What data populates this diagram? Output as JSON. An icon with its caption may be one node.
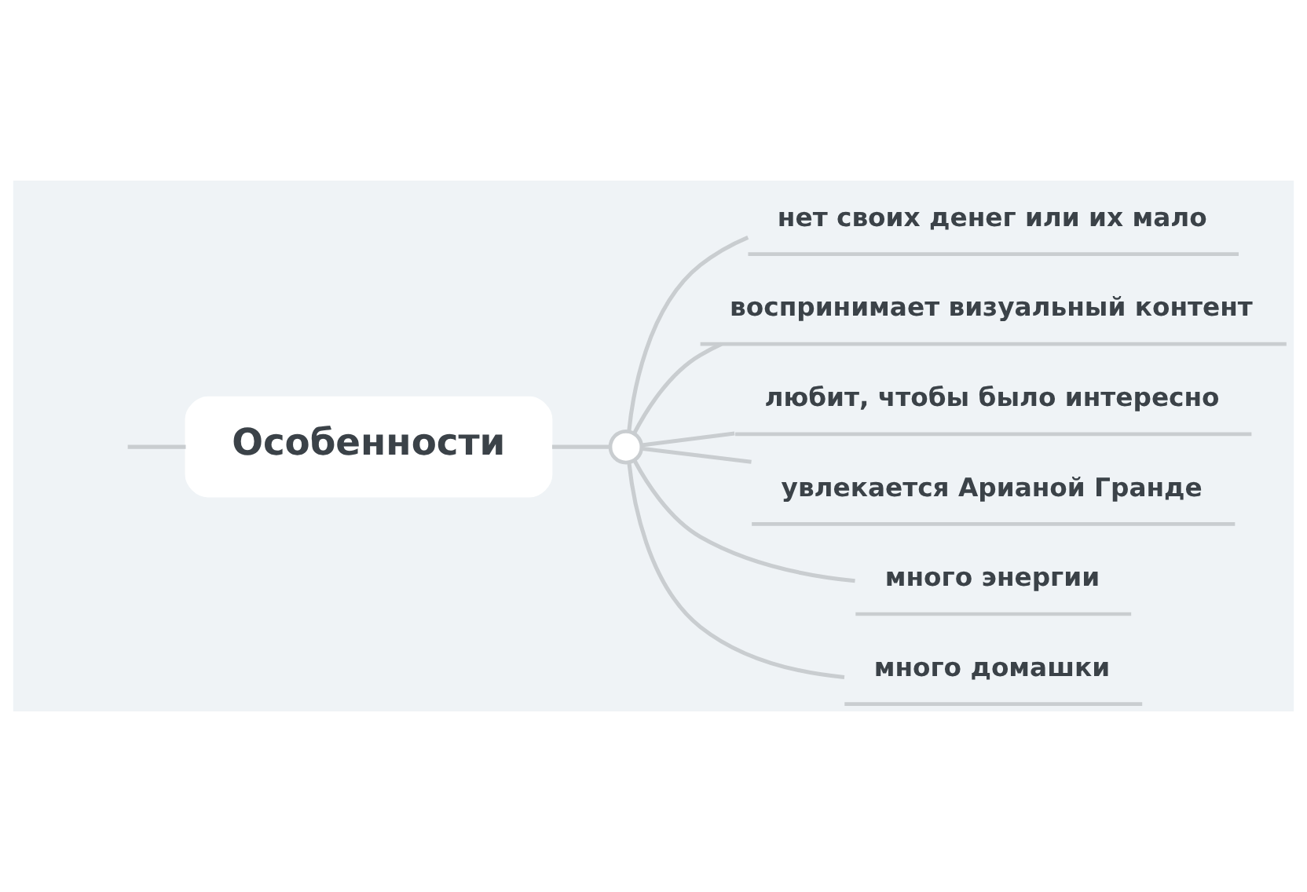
{
  "diagram": {
    "nodes": [
      {
        "text": [
          "Особенности"
        ]
      },
      {
        "text": [],
        "shape": "circle"
      },
      {
        "text": [
          "нет своих денег или их мало"
        ]
      },
      {
        "text": [
          "воспринимает визуальный контент"
        ]
      },
      {
        "text": [
          "любит, чтобы было интересно"
        ]
      },
      {
        "text": [
          "увлекается Арианой Гранде"
        ]
      },
      {
        "text": [
          "много энергии"
        ]
      },
      {
        "text": [
          "много домашки"
        ]
      }
    ],
    "edges": [
      {
        "from": null,
        "to": 0,
        "arrow": "none"
      },
      {
        "from": 0,
        "to": 1,
        "arrow": "none"
      },
      {
        "from": 1,
        "to": 2,
        "arrow": "none"
      },
      {
        "from": 1,
        "to": 3,
        "arrow": "none"
      },
      {
        "from": 1,
        "to": 4,
        "arrow": "none"
      },
      {
        "from": 1,
        "to": 5,
        "arrow": "none"
      },
      {
        "from": 1,
        "to": 6,
        "arrow": "none"
      },
      {
        "from": 1,
        "to": 7,
        "arrow": "none"
      }
    ]
  }
}
